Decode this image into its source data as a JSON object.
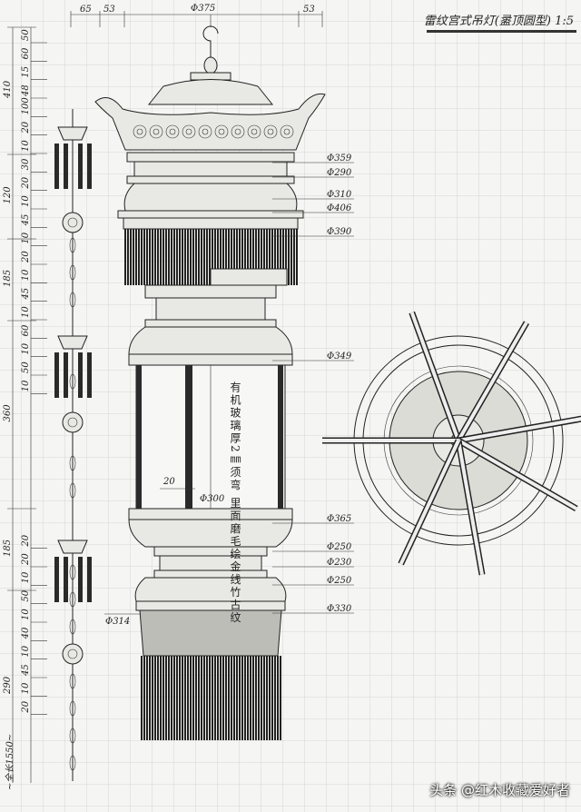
{
  "title": "雷纹宫式吊灯(盝顶圆型) 1:5",
  "top_dims": [
    "65",
    "53",
    "Φ375",
    "53"
  ],
  "left_dims_outer": [
    "410",
    "120",
    "185",
    "360",
    "185",
    "290"
  ],
  "total_length": "~全长1550~",
  "left_dims_inner": [
    "50",
    "60",
    "15",
    "48",
    "100",
    "20",
    "10",
    "30",
    "20",
    "10",
    "45",
    "10",
    "20",
    "10",
    "45",
    "10",
    "60",
    "10",
    "50",
    "10",
    "20",
    "20",
    "10",
    "50",
    "10",
    "40",
    "10",
    "45",
    "10",
    "20"
  ],
  "diameters_right": [
    "Φ359",
    "Φ290",
    "Φ310",
    "Φ406",
    "Φ390",
    "Φ349",
    "Φ365",
    "Φ250",
    "Φ230",
    "Φ250",
    "Φ330"
  ],
  "diameter_left": "Φ314",
  "glass_dims": {
    "post_width": "20",
    "diameter": "Φ300"
  },
  "glass_note": "有机玻璃厚2㎜须弯 里面磨毛绘金线竹古纹",
  "watermark": "头条 @红木收藏爱好者",
  "colors": {
    "ink": "#222222",
    "paper": "#f5f5f3",
    "grid": "#c9c9c9"
  }
}
